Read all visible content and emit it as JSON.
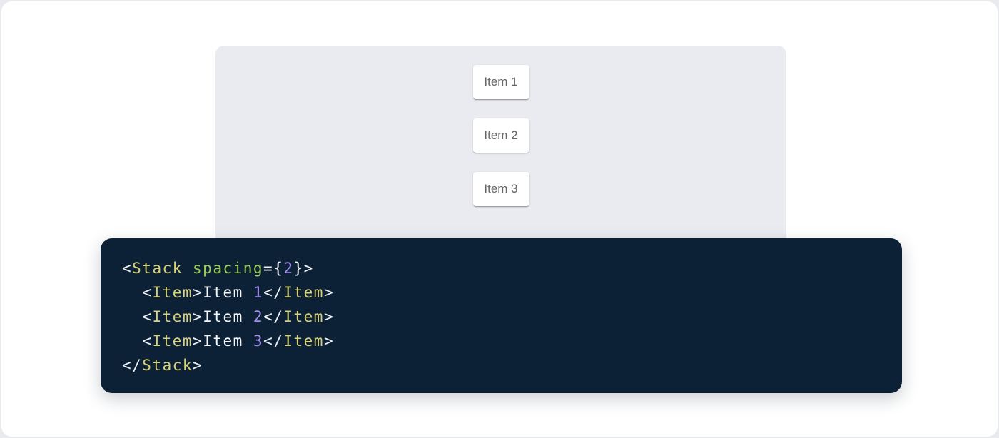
{
  "demo_panel": {
    "items": [
      {
        "label": "Item 1"
      },
      {
        "label": "Item 2"
      },
      {
        "label": "Item 3"
      }
    ]
  },
  "code_block": {
    "language": "jsx",
    "background": "#0d2136",
    "token_colors": {
      "punctuation": "#eef1f5",
      "tag": "#d8d278",
      "attr-name": "#9bcd5a",
      "number": "#a48ff2",
      "plain": "#f5f7fa"
    },
    "lines": [
      {
        "tokens": [
          {
            "text": "<",
            "type": "punctuation"
          },
          {
            "text": "Stack",
            "type": "tag"
          },
          {
            "text": " ",
            "type": "plain"
          },
          {
            "text": "spacing",
            "type": "attr-name"
          },
          {
            "text": "={",
            "type": "punctuation"
          },
          {
            "text": "2",
            "type": "number"
          },
          {
            "text": "}>",
            "type": "punctuation"
          }
        ]
      },
      {
        "tokens": [
          {
            "text": "  ",
            "type": "plain"
          },
          {
            "text": "<",
            "type": "punctuation"
          },
          {
            "text": "Item",
            "type": "tag"
          },
          {
            "text": ">",
            "type": "punctuation"
          },
          {
            "text": "Item ",
            "type": "plain"
          },
          {
            "text": "1",
            "type": "number"
          },
          {
            "text": "</",
            "type": "punctuation"
          },
          {
            "text": "Item",
            "type": "tag"
          },
          {
            "text": ">",
            "type": "punctuation"
          }
        ]
      },
      {
        "tokens": [
          {
            "text": "  ",
            "type": "plain"
          },
          {
            "text": "<",
            "type": "punctuation"
          },
          {
            "text": "Item",
            "type": "tag"
          },
          {
            "text": ">",
            "type": "punctuation"
          },
          {
            "text": "Item ",
            "type": "plain"
          },
          {
            "text": "2",
            "type": "number"
          },
          {
            "text": "</",
            "type": "punctuation"
          },
          {
            "text": "Item",
            "type": "tag"
          },
          {
            "text": ">",
            "type": "punctuation"
          }
        ]
      },
      {
        "tokens": [
          {
            "text": "  ",
            "type": "plain"
          },
          {
            "text": "<",
            "type": "punctuation"
          },
          {
            "text": "Item",
            "type": "tag"
          },
          {
            "text": ">",
            "type": "punctuation"
          },
          {
            "text": "Item ",
            "type": "plain"
          },
          {
            "text": "3",
            "type": "number"
          },
          {
            "text": "</",
            "type": "punctuation"
          },
          {
            "text": "Item",
            "type": "tag"
          },
          {
            "text": ">",
            "type": "punctuation"
          }
        ]
      },
      {
        "tokens": [
          {
            "text": "</",
            "type": "punctuation"
          },
          {
            "text": "Stack",
            "type": "tag"
          },
          {
            "text": ">",
            "type": "punctuation"
          }
        ]
      }
    ]
  },
  "colors": {
    "backdrop": "#e8eaee",
    "page_background": "#ffffff",
    "panel_background": "#e9ebf1",
    "card_background": "#ffffff",
    "card_text": "#666666"
  }
}
